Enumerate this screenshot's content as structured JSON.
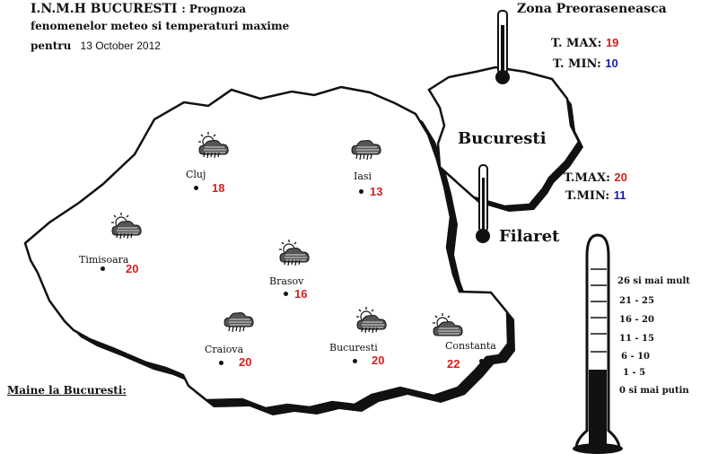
{
  "header": {
    "line1_org": "I.N.M.H BUCURESTI",
    "line1_rest": ": Prognoza",
    "line2": "fenomenelor meteo si temperaturi maxime",
    "line3_word": "pentru",
    "line3_date": "13 October 2012"
  },
  "inset": {
    "zone_title": "Zona Preoraseneasca",
    "zone_tmax_label": "T. MAX:",
    "zone_tmax": "19",
    "zone_tmin_label": "T. MIN:",
    "zone_tmin": "10",
    "city_label": "Bucuresti",
    "filaret_label": "Filaret",
    "filaret_tmax_label": "T.MAX:",
    "filaret_tmax": "20",
    "filaret_tmin_label": "T.MIN:",
    "filaret_tmin": "11"
  },
  "cities": [
    {
      "name": "Cluj",
      "temp": "18",
      "icon": "rain-cloud-sun-icon"
    },
    {
      "name": "Iasi",
      "temp": "13",
      "icon": "rain-cloud-icon"
    },
    {
      "name": "Timisoara",
      "temp": "20",
      "icon": "rain-cloud-sun-icon"
    },
    {
      "name": "Brasov",
      "temp": "16",
      "icon": "rain-cloud-sun-icon"
    },
    {
      "name": "Craiova",
      "temp": "20",
      "icon": "rain-cloud-icon"
    },
    {
      "name": "Bucuresti",
      "temp": "20",
      "icon": "rain-cloud-sun-icon"
    },
    {
      "name": "Constanta",
      "temp": "22",
      "icon": "cloud-sun-icon"
    }
  ],
  "footer_label": "Maine la Bucuresti:",
  "legend_scale": [
    "26 si mai mult",
    "21 - 25",
    "16 - 20",
    "11 - 15",
    "6 - 10",
    "1 - 5",
    "0 si mai putin"
  ],
  "colors": {
    "temp_max": "#d42020",
    "temp_min": "#1a1aa6"
  }
}
